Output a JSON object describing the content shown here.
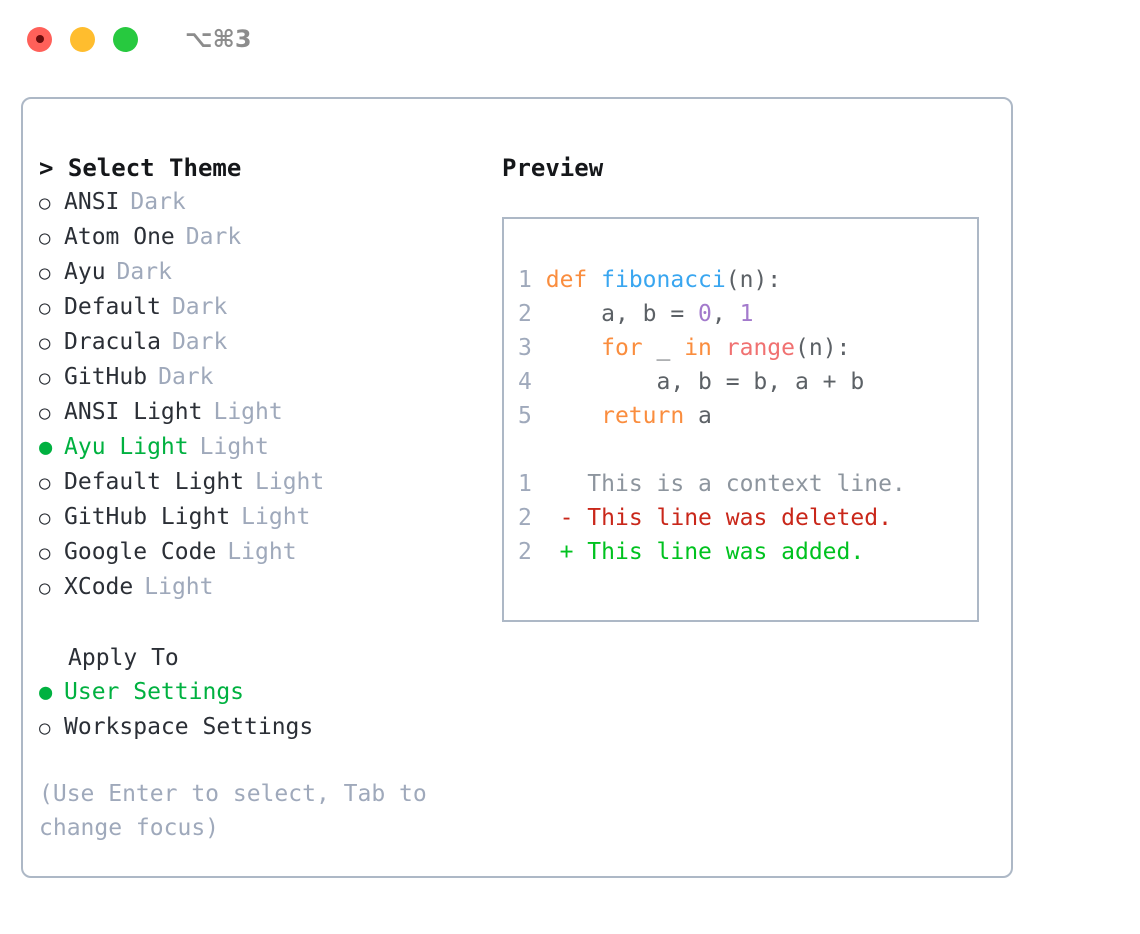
{
  "titlebar": {
    "shortcut": "⌥⌘3",
    "buttons": {
      "close": "close-traffic-light",
      "minimize": "minimize-traffic-light",
      "maximize": "maximize-traffic-light"
    }
  },
  "theme_picker": {
    "header": "> Select Theme",
    "bullet_empty": "○",
    "bullet_filled": "●",
    "items": [
      {
        "bullet": "○",
        "name": "ANSI",
        "tag": "Dark",
        "selected": false
      },
      {
        "bullet": "○",
        "name": "Atom One",
        "tag": "Dark",
        "selected": false
      },
      {
        "bullet": "○",
        "name": "Ayu",
        "tag": "Dark",
        "selected": false
      },
      {
        "bullet": "○",
        "name": "Default",
        "tag": "Dark",
        "selected": false
      },
      {
        "bullet": "○",
        "name": "Dracula",
        "tag": "Dark",
        "selected": false
      },
      {
        "bullet": "○",
        "name": "GitHub",
        "tag": "Dark",
        "selected": false
      },
      {
        "bullet": "○",
        "name": "ANSI Light",
        "tag": "Light",
        "selected": false
      },
      {
        "bullet": "●",
        "name": "Ayu Light",
        "tag": "Light",
        "selected": true
      },
      {
        "bullet": "○",
        "name": "Default Light",
        "tag": "Light",
        "selected": false
      },
      {
        "bullet": "○",
        "name": "GitHub Light",
        "tag": "Light",
        "selected": false
      },
      {
        "bullet": "○",
        "name": "Google Code",
        "tag": "Light",
        "selected": false
      },
      {
        "bullet": "○",
        "name": "XCode",
        "tag": "Light",
        "selected": false
      }
    ]
  },
  "apply_to": {
    "header": "Apply To",
    "items": [
      {
        "bullet": "●",
        "name": "User Settings",
        "selected": true
      },
      {
        "bullet": "○",
        "name": "Workspace Settings",
        "selected": false
      }
    ]
  },
  "hint": "(Use Enter to select, Tab to change focus)",
  "preview": {
    "title": "Preview",
    "code_lines": [
      {
        "num": "1",
        "tokens": [
          {
            "t": "def",
            "c": "kw"
          },
          {
            "t": " ",
            "c": "pl"
          },
          {
            "t": "fibonacci",
            "c": "fn"
          },
          {
            "t": "(n):",
            "c": "pl"
          }
        ]
      },
      {
        "num": "2",
        "tokens": [
          {
            "t": "    a, b = ",
            "c": "pl"
          },
          {
            "t": "0",
            "c": "num"
          },
          {
            "t": ", ",
            "c": "pl"
          },
          {
            "t": "1",
            "c": "num"
          }
        ]
      },
      {
        "num": "3",
        "tokens": [
          {
            "t": "    ",
            "c": "pl"
          },
          {
            "t": "for",
            "c": "kw"
          },
          {
            "t": " _ ",
            "c": "pl"
          },
          {
            "t": "in",
            "c": "kw"
          },
          {
            "t": " ",
            "c": "pl"
          },
          {
            "t": "range",
            "c": "bi"
          },
          {
            "t": "(n):",
            "c": "pl"
          }
        ]
      },
      {
        "num": "4",
        "tokens": [
          {
            "t": "        a, b = b, a + b",
            "c": "pl"
          }
        ]
      },
      {
        "num": "5",
        "tokens": [
          {
            "t": "    ",
            "c": "pl"
          },
          {
            "t": "return",
            "c": "kw"
          },
          {
            "t": " a",
            "c": "pl"
          }
        ]
      }
    ],
    "diff_lines": [
      {
        "num": "1",
        "marker": " ",
        "text": "This is a context line.",
        "kind": "ctx"
      },
      {
        "num": "2",
        "marker": "-",
        "text": "This line was deleted.",
        "kind": "del"
      },
      {
        "num": "2",
        "marker": "+",
        "text": "This line was added.",
        "kind": "add"
      }
    ]
  },
  "colors": {
    "accent_green": "#00b140",
    "panel_border": "#adb8c6",
    "muted_text": "#9fa9bb",
    "body_text": "#2b2f36",
    "keyword": "#fa8d3e",
    "function": "#39a6f0",
    "number": "#a37acc",
    "builtin": "#f07171",
    "punctuation": "#5c6166",
    "diff_context": "#8d959e",
    "diff_deleted": "#c9271a",
    "diff_added": "#00c21f",
    "traffic_close": "#ff6059",
    "traffic_min": "#ffbd2e",
    "traffic_max": "#27c93f"
  }
}
